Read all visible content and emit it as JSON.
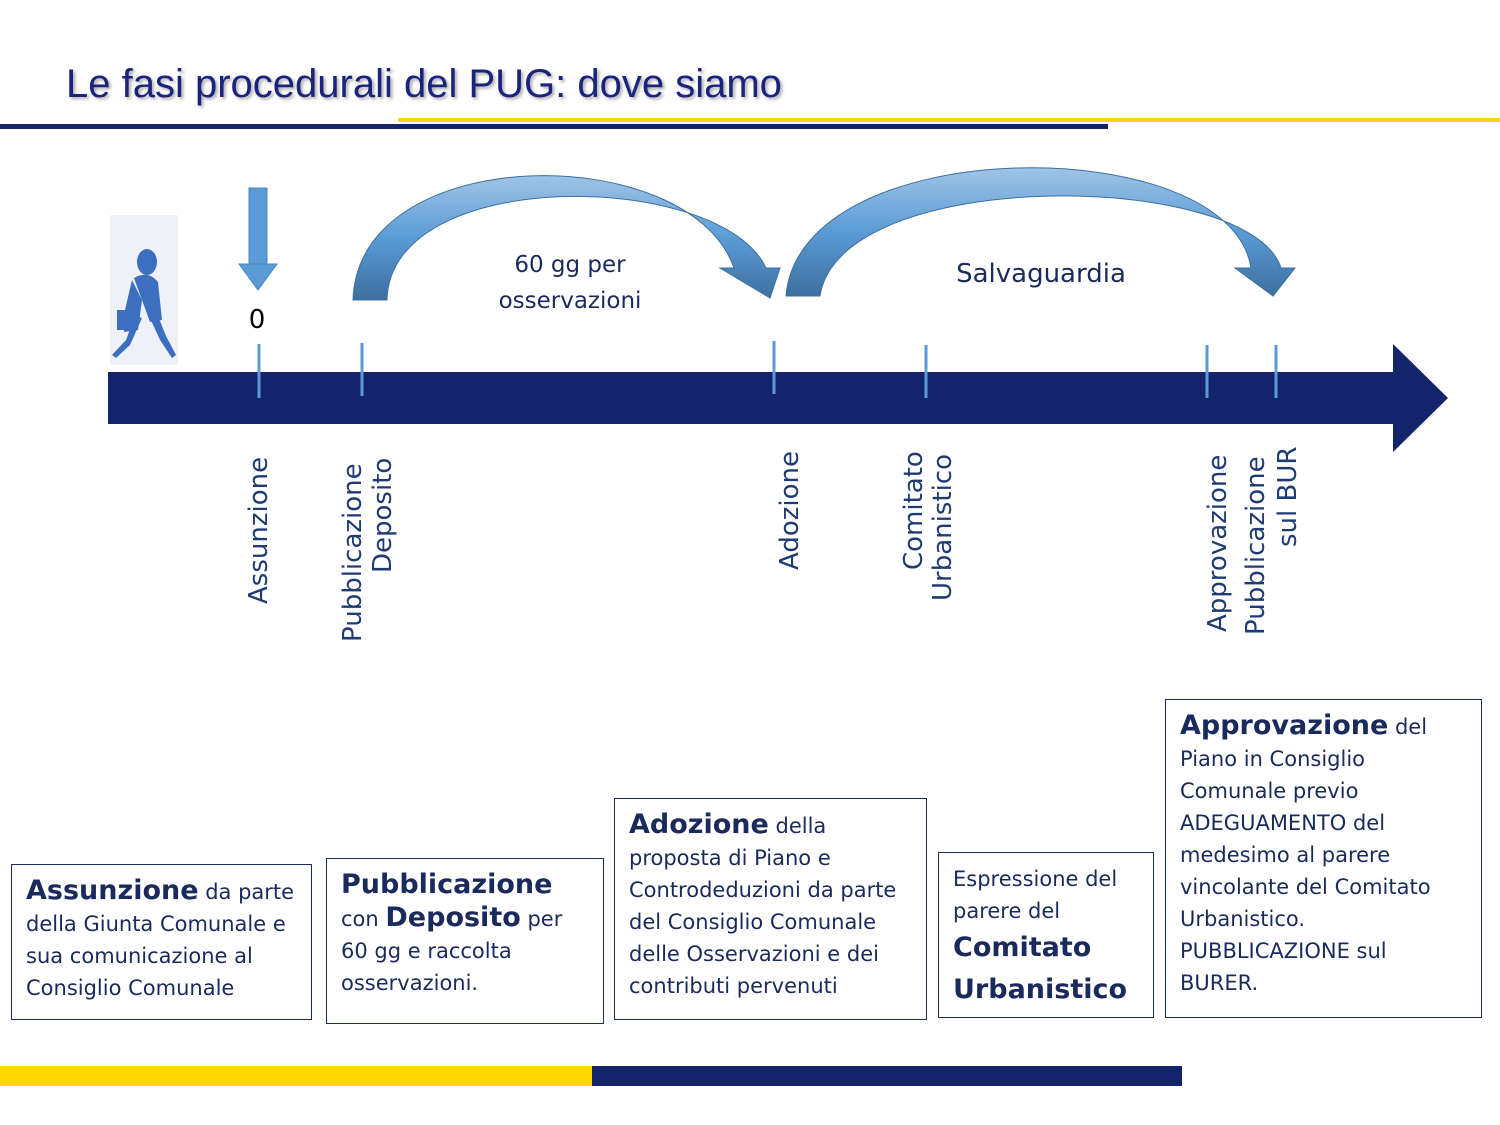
{
  "title": "Le fasi procedurali del PUG: dove siamo",
  "colors": {
    "navy": "#13246b",
    "yellow": "#fdd800",
    "arrow_blue": "#5b9bd5"
  },
  "icons": {
    "walker": "walking-person-silhouette",
    "start": "down-arrow-icon"
  },
  "start_marker": "0",
  "arc_labels": {
    "osservazioni_line1": "60 gg per",
    "osservazioni_line2": "osservazioni",
    "salvaguardia": "Salvaguardia"
  },
  "milestones": {
    "assunzione": "Assunzione",
    "pubblicazione": "Pubblicazione",
    "deposito": "Deposito",
    "adozione": "Adozione",
    "comitato": "Comitato",
    "urbanistico": "Urbanistico",
    "approvazione": "Approvazione",
    "pubblicazione_bur": "Pubblicazione",
    "sul_bur": "sul BUR"
  },
  "boxes": {
    "assunzione": {
      "bold": "Assunzione",
      "text": " da parte della Giunta Comunale e sua comunicazione al Consiglio Comunale"
    },
    "pubblicazione": {
      "bold1": "Pubblicazione",
      "text1": " con ",
      "bold2": "Deposito",
      "text2": " per 60 gg e raccolta osservazioni."
    },
    "adozione": {
      "bold": "Adozione",
      "text": " della proposta di Piano e Controdeduzioni da parte del Consiglio Comunale delle Osservazioni e dei contributi pervenuti"
    },
    "comitato": {
      "text": "Espressione del parere del ",
      "bold": "Comitato Urbanistico"
    },
    "approvazione": {
      "bold": "Approvazione",
      "text": " del Piano in Consiglio Comunale previo ADEGUAMENTO del medesimo al parere vincolante del Comitato Urbanistico. PUBBLICAZIONE sul BURER."
    }
  }
}
